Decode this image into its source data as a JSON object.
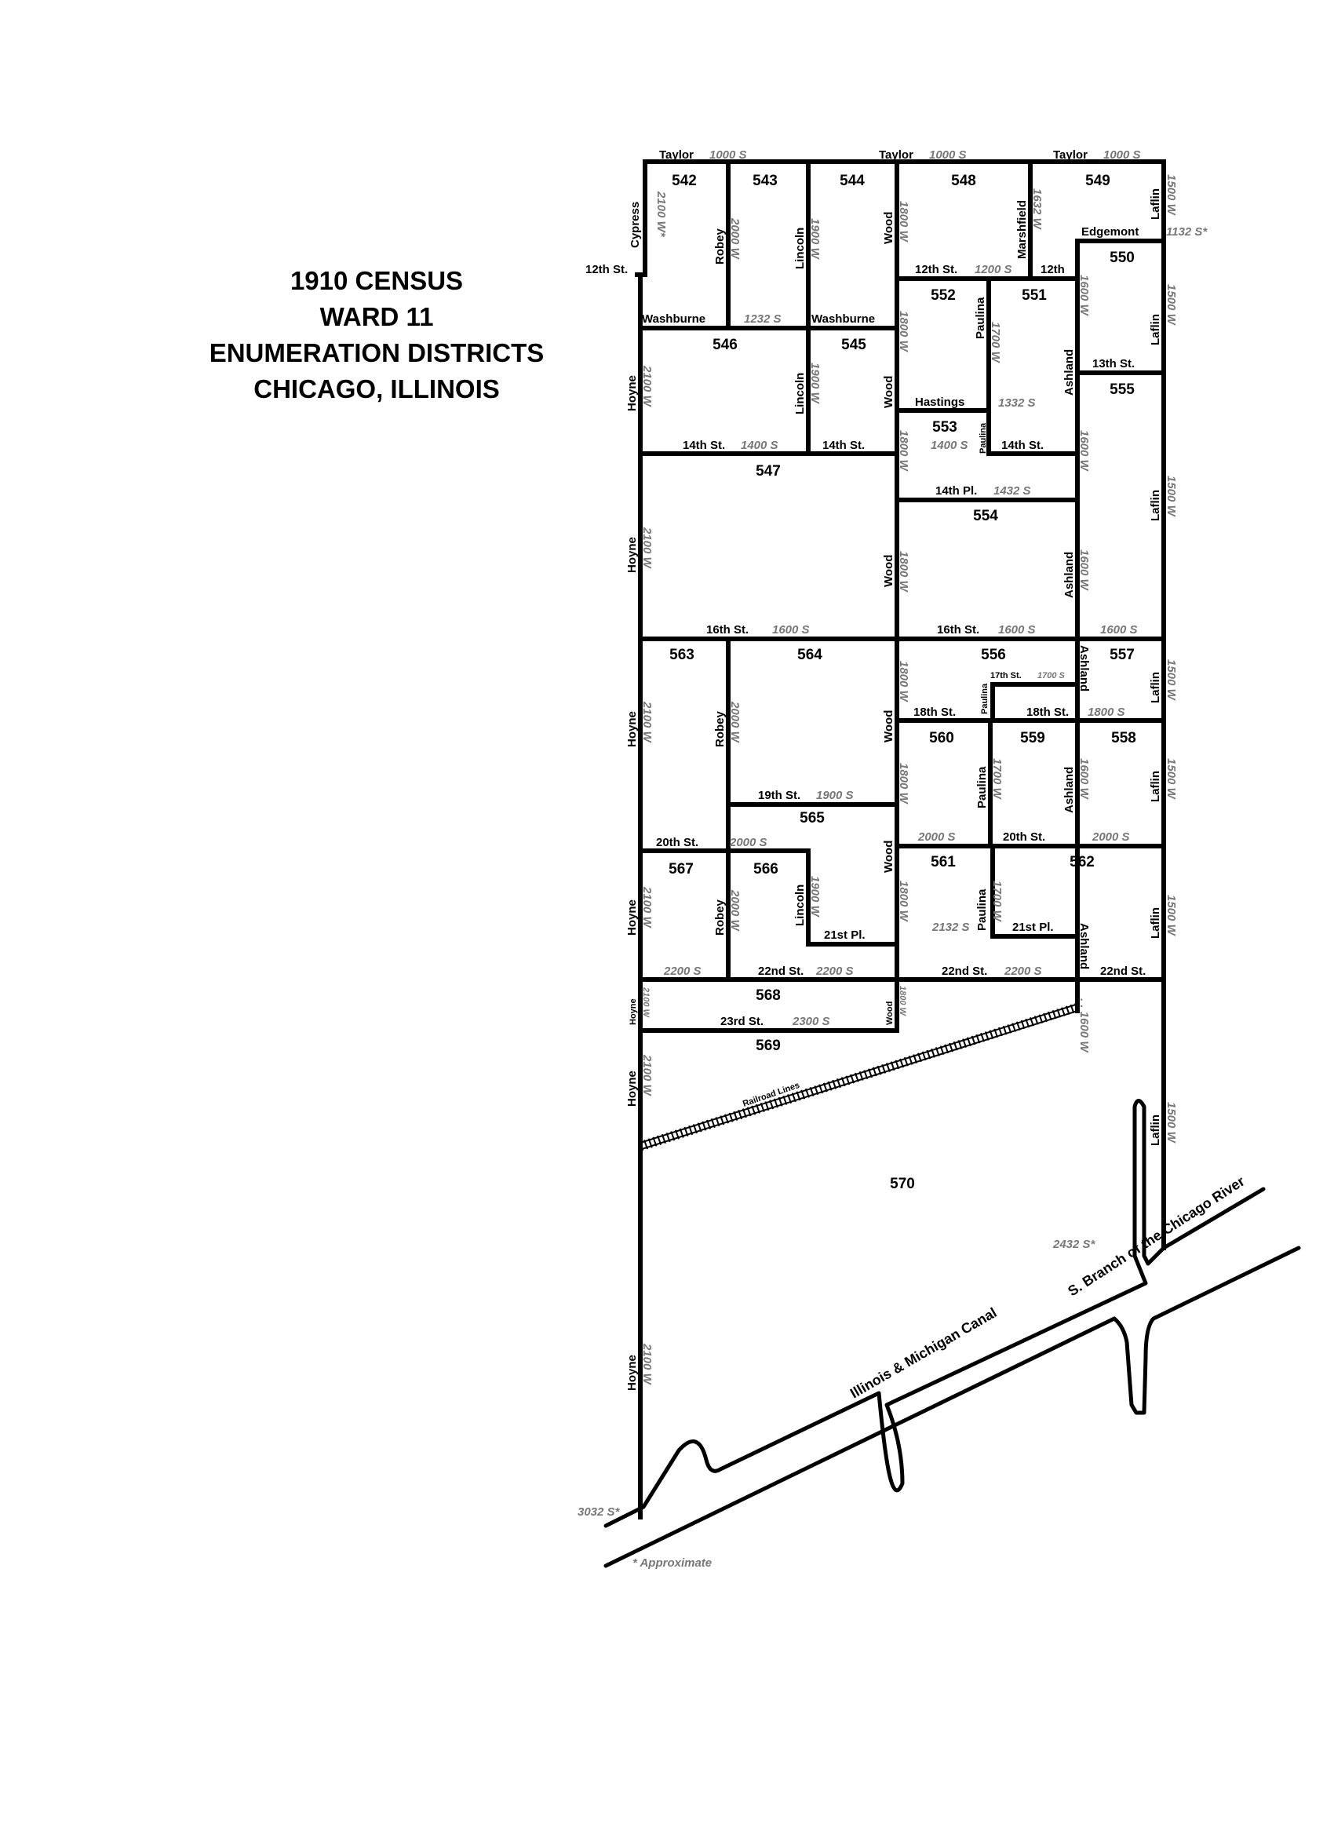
{
  "title": {
    "line1": "1910 CENSUS",
    "line2": "WARD 11",
    "line3": "ENUMERATION DISTRICTS",
    "line4": "CHICAGO, ILLINOIS"
  },
  "districts": [
    {
      "id": "542",
      "label": "542"
    },
    {
      "id": "543",
      "label": "543"
    },
    {
      "id": "544",
      "label": "544"
    },
    {
      "id": "548",
      "label": "548"
    },
    {
      "id": "549",
      "label": "549"
    },
    {
      "id": "550",
      "label": "550"
    },
    {
      "id": "552",
      "label": "552"
    },
    {
      "id": "551",
      "label": "551"
    },
    {
      "id": "546",
      "label": "546"
    },
    {
      "id": "545",
      "label": "545"
    },
    {
      "id": "555",
      "label": "555"
    },
    {
      "id": "553",
      "label": "553"
    },
    {
      "id": "547",
      "label": "547"
    },
    {
      "id": "554",
      "label": "554"
    },
    {
      "id": "563",
      "label": "563"
    },
    {
      "id": "564",
      "label": "564"
    },
    {
      "id": "556",
      "label": "556"
    },
    {
      "id": "557",
      "label": "557"
    },
    {
      "id": "560",
      "label": "560"
    },
    {
      "id": "559",
      "label": "559"
    },
    {
      "id": "558",
      "label": "558"
    },
    {
      "id": "565",
      "label": "565"
    },
    {
      "id": "567",
      "label": "567"
    },
    {
      "id": "566",
      "label": "566"
    },
    {
      "id": "561",
      "label": "561"
    },
    {
      "id": "562",
      "label": "562"
    },
    {
      "id": "568",
      "label": "568"
    },
    {
      "id": "569",
      "label": "569"
    },
    {
      "id": "570",
      "label": "570"
    }
  ],
  "streets": {
    "taylor": "Taylor",
    "addr_1000s": "1000 S",
    "cypress": "Cypress",
    "addr_2100w_star": "2100 W*",
    "robey": "Robey",
    "addr_2000w": "2000 W",
    "lincoln": "Lincoln",
    "addr_1900w": "1900 W",
    "wood": "Wood",
    "addr_1800w": "1800 W",
    "marshfield": "Marshfield",
    "addr_1632w": "1632 W",
    "laflin": "Laflin",
    "addr_1500w": "1500 W",
    "edgemont": "Edgemont",
    "addr_1132s": "1132 S*",
    "twelfth": "12th St.",
    "addr_1200s": "1200 S",
    "twelfth_short": "12th",
    "washburne": "Washburne",
    "addr_1232s": "1232 S",
    "paulina": "Paulina",
    "addr_1700w": "1700 W",
    "ashland": "Ashland",
    "addr_1600w": "1600 W",
    "hoyne": "Hoyne",
    "addr_2100w": "2100 W",
    "thirteenth": "13th St.",
    "hastings": "Hastings",
    "addr_1332s": "1332 S",
    "fourteenth": "14th St.",
    "addr_1400s": "1400 S",
    "fourteenth_pl": "14th Pl.",
    "addr_1432s": "1432 S",
    "sixteenth": "16th St.",
    "addr_1600s": "1600 S",
    "seventeenth": "17th St.",
    "addr_1700s": "1700 S",
    "eighteenth": "18th St.",
    "addr_1800s": "1800 S",
    "nineteenth": "19th St.",
    "addr_1900s": "1900 S",
    "twentieth": "20th St.",
    "addr_2000s": "2000 S",
    "twentyfirst_pl": "21st Pl.",
    "addr_2132s": "2132 S",
    "addr_2200s": "2200 S",
    "twentysecond": "22nd St.",
    "twentythird": "23rd St.",
    "addr_2300s": "2300 S",
    "addr_2432s": "2432 S*",
    "addr_3032s": "3032 S*",
    "dots_1600w": ". . 1600 W"
  },
  "features": {
    "railroad": "Railroad Lines",
    "canal": "Illinois & Michigan Canal",
    "river": "S. Branch of the Chicago River"
  },
  "footnote": "* Approximate"
}
